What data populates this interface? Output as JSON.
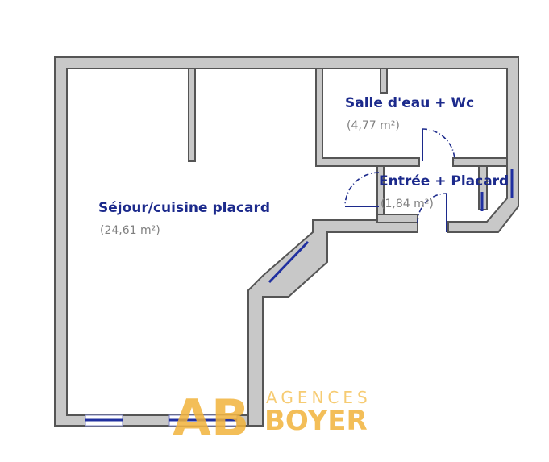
{
  "rooms": {
    "sejour": {
      "name": "Séjour/cuisine placard",
      "area": "(24,61 m²)"
    },
    "salle_eau": {
      "name": "Salle d'eau + Wc",
      "area": "(4,77 m²)"
    },
    "entree": {
      "name": "Entrée + Placard",
      "area": "(1,84 m²)"
    }
  },
  "logo": {
    "letters": "AB",
    "line1": "AGENCES",
    "line2": "BOYER"
  },
  "colors": {
    "room_label": "#1c2a8c",
    "area_label": "#808080",
    "wall_fill": "#c8c8c8",
    "wall_stroke": "#555555",
    "logo": "#f2b33b"
  }
}
